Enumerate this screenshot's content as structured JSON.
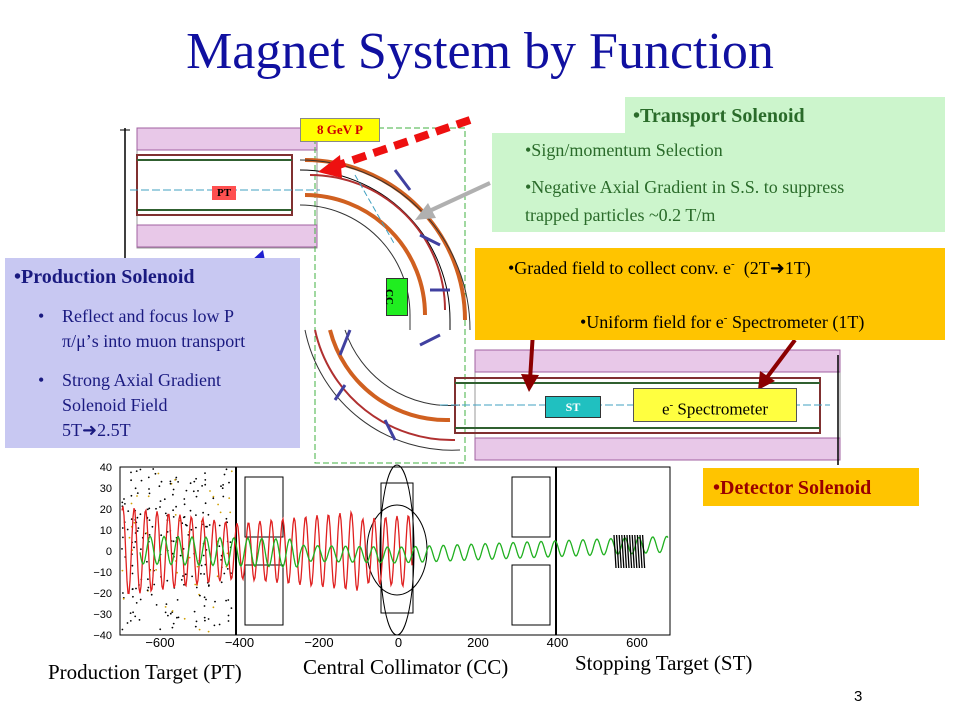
{
  "title": "Magnet System by Function",
  "page_number": "3",
  "transport": {
    "heading": "•Transport Solenoid",
    "bullet1": "•Sign/momentum Selection",
    "bullet2_line1": "•Negative Axial Gradient in S.S. to suppress",
    "bullet2_line2": "trapped particles   ~0.2 T/m"
  },
  "detector_notes": {
    "bullet1_a": "•Graded field to collect conv. e",
    "bullet1_b": "(2T",
    "bullet1_c": "1T)",
    "bullet2_a": "•Uniform field for e",
    "bullet2_b": "Spectrometer  (1T)"
  },
  "production": {
    "heading": "•Production Solenoid",
    "bullet1_line1": "Reflect and focus low P",
    "bullet1_line2": "π/μ’s into muon transport",
    "bullet2_line1": "Strong Axial Gradient",
    "bullet2_line2": "Solenoid Field",
    "bullet2_line3_a": "5T",
    "bullet2_line3_b": "2.5T"
  },
  "detector_solenoid": "•Detector Solenoid",
  "labels": {
    "beam": "8 GeV P",
    "pt": "PT",
    "cc": "CC",
    "st": "ST",
    "spectrometer_a": "e",
    "spectrometer_b": "Spectrometer",
    "superscript_minus": "-"
  },
  "plot": {
    "y_ticks": [
      "40",
      "30",
      "20",
      "10",
      "0",
      "−10",
      "−20",
      "−30",
      "−40"
    ],
    "x_ticks": [
      "−600",
      "−400",
      "−200",
      "0",
      "200",
      "400",
      "600"
    ]
  },
  "captions": {
    "production_target": "Production Target (PT)",
    "central_collimator": "Central Collimator (CC)",
    "stopping_target": "Stopping Target (ST)"
  },
  "colors": {
    "title": "#1010a0",
    "transport_bg": "#ccf5cc",
    "transport_text": "#2a6b2a",
    "orange_bg": "#ffc400",
    "production_bg": "#c8c8f2",
    "production_text": "#1a1a80",
    "arrow_dark_red": "#8b0000",
    "arrow_blue": "#2020d0"
  }
}
